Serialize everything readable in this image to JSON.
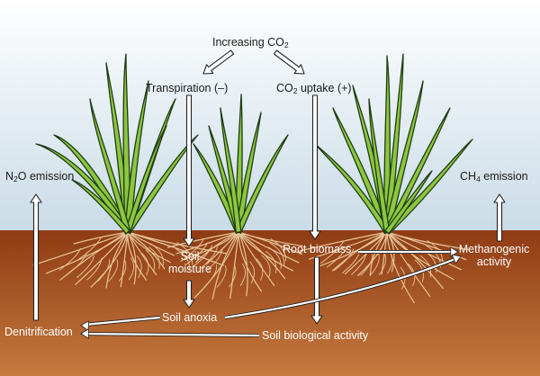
{
  "labels": {
    "increasing_co2": {
      "pre": "Increasing CO",
      "sub": "2",
      "post": ""
    },
    "transpiration": "Transpiration (–)",
    "co2_uptake": {
      "pre": "CO",
      "sub": "2",
      "post": " uptake (+)"
    },
    "n2o_emission": {
      "pre": "N",
      "sub": "2",
      "post": "O emission"
    },
    "ch4_emission": {
      "pre": "CH",
      "sub": "4",
      "post": " emission"
    },
    "soil_moisture_line1": "Soil",
    "soil_moisture_line2": "moisture",
    "root_biomass": "Root biomass",
    "methanogenic_line1": "Methanogenic",
    "methanogenic_line2": "activity",
    "soil_anoxia": "Soil anoxia",
    "denitrification": "Denitrification",
    "soil_biological_activity": "Soil biological activity"
  },
  "colors": {
    "sky_top": "#ffffff",
    "sky_bottom": "#c9dbe7",
    "soil_top": "#8f3b14",
    "soil_bottom": "#c67a3d",
    "leaf_fill": "#8dc63f",
    "leaf_outline": "#1e3d12",
    "root": "#e8c79a",
    "arrow": "#ffffff",
    "arrow_outline": "#222222"
  }
}
